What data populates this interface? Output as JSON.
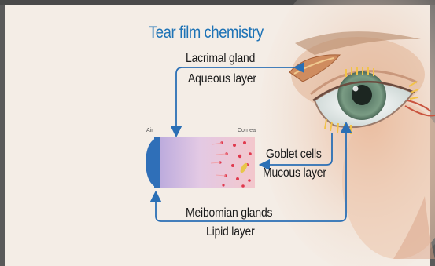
{
  "title": "Tear film chemistry",
  "labels": {
    "lacrimal_gland": "Lacrimal gland",
    "aqueous_layer": "Aqueous layer",
    "goblet_cells": "Goblet cells",
    "mucous_layer": "Mucous layer",
    "meibomian_glands": "Meibomian glands",
    "lipid_layer": "Lipid layer",
    "air": "Air",
    "cornea": "Cornea"
  },
  "colors": {
    "title": "#1e73b6",
    "arrow": "#2a6fb5",
    "lipid_band": "#2f6fb8",
    "background": "#f4ede6",
    "iris": "#6f8f7a"
  }
}
